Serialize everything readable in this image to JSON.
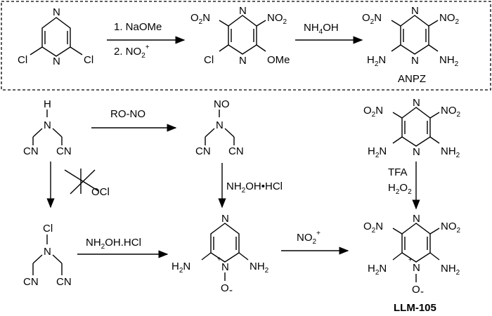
{
  "box": {
    "reactant": {
      "atoms": [
        "N",
        "Cl",
        "N",
        "Cl"
      ]
    },
    "arrow1": {
      "line1": "1. NaOMe",
      "line2_main": "2. NO",
      "line2_sub": "2",
      "line2_sup": "+"
    },
    "intermediate": {
      "atoms": [
        "O",
        "N",
        "N",
        "O",
        "N",
        "Cl",
        "OMe"
      ]
    },
    "arrow2": {
      "reagent_main": "NH",
      "reagent_sub": "4",
      "reagent_tail": "OH"
    },
    "anpz": {
      "label": "ANPZ"
    }
  },
  "route": {
    "amine": {
      "h": "H",
      "n": "N",
      "cn": "CN"
    },
    "arrow_nitroso": {
      "reagent": "RO-NO"
    },
    "nitroso": {
      "no": "NO",
      "n": "N",
      "cn": "CN"
    },
    "arrow_chloro": {
      "reagent": "OCl"
    },
    "chloramine": {
      "cl": "Cl",
      "n": "N",
      "cn": "CN"
    },
    "arrow_hydroxylamine1": {
      "main": "NH",
      "sub": "2",
      "tail": "OH.HCl"
    },
    "arrow_hydroxylamine2": {
      "main": "NH",
      "sub": "2",
      "tail": "OH•HCl"
    },
    "pyrazine_oxide": {
      "n": "N",
      "plus": "+",
      "o": "O",
      "minus": "-"
    },
    "arrow_nitration": {
      "main": "NO",
      "sub": "2",
      "sup": "+"
    },
    "anpz_right": {
      "label": ""
    },
    "arrow_oxidation": {
      "line1": "TFA",
      "line2_main": "H",
      "line2_sub": "2",
      "line2_mid": "O",
      "line2_sub2": "2"
    },
    "llm105": {
      "label": "LLM-105"
    }
  }
}
